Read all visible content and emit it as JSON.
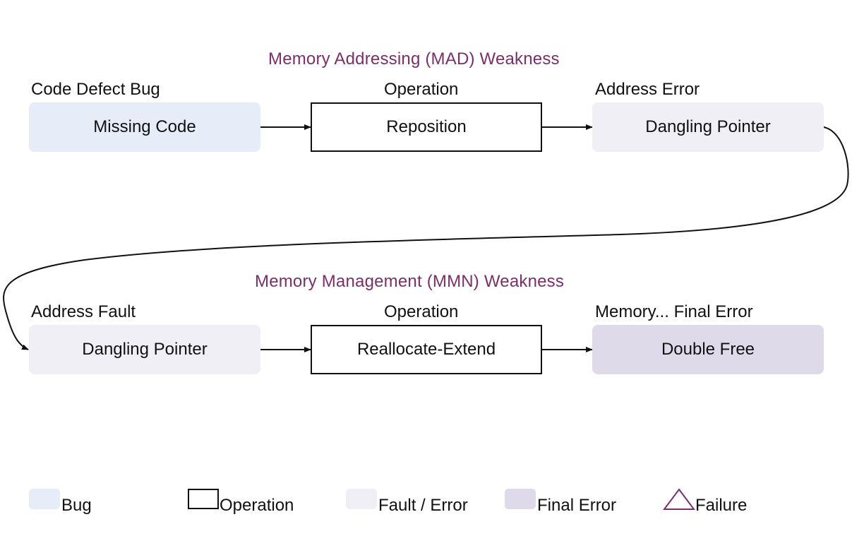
{
  "rows": [
    {
      "title": "Memory Addressing (MAD) Weakness",
      "nodes": [
        {
          "category": "Code Defect Bug",
          "text": "Missing Code",
          "kind": "bug"
        },
        {
          "category": "Operation",
          "text": "Reposition",
          "kind": "operation"
        },
        {
          "category": "Address Error",
          "text": "Dangling Pointer",
          "kind": "fault"
        }
      ]
    },
    {
      "title": "Memory Management (MMN) Weakness",
      "nodes": [
        {
          "category": "Address Fault",
          "text": "Dangling Pointer",
          "kind": "fault"
        },
        {
          "category": "Operation",
          "text": "Reallocate-Extend",
          "kind": "operation"
        },
        {
          "category": "Memory... Final Error",
          "text": "Double Free",
          "kind": "final"
        }
      ]
    }
  ],
  "legend": [
    {
      "label": "Bug",
      "kind": "bug"
    },
    {
      "label": "Operation",
      "kind": "operation"
    },
    {
      "label": "Fault / Error",
      "kind": "fault"
    },
    {
      "label": "Final Error",
      "kind": "final"
    },
    {
      "label": "Failure",
      "kind": "failure"
    }
  ],
  "colors": {
    "title": "#7a2f6b",
    "bug": "#e6ecf8",
    "fault": "#f1eff6",
    "final": "#dfdaea",
    "failure_outline": "#7a2f6b",
    "line": "#111111"
  }
}
